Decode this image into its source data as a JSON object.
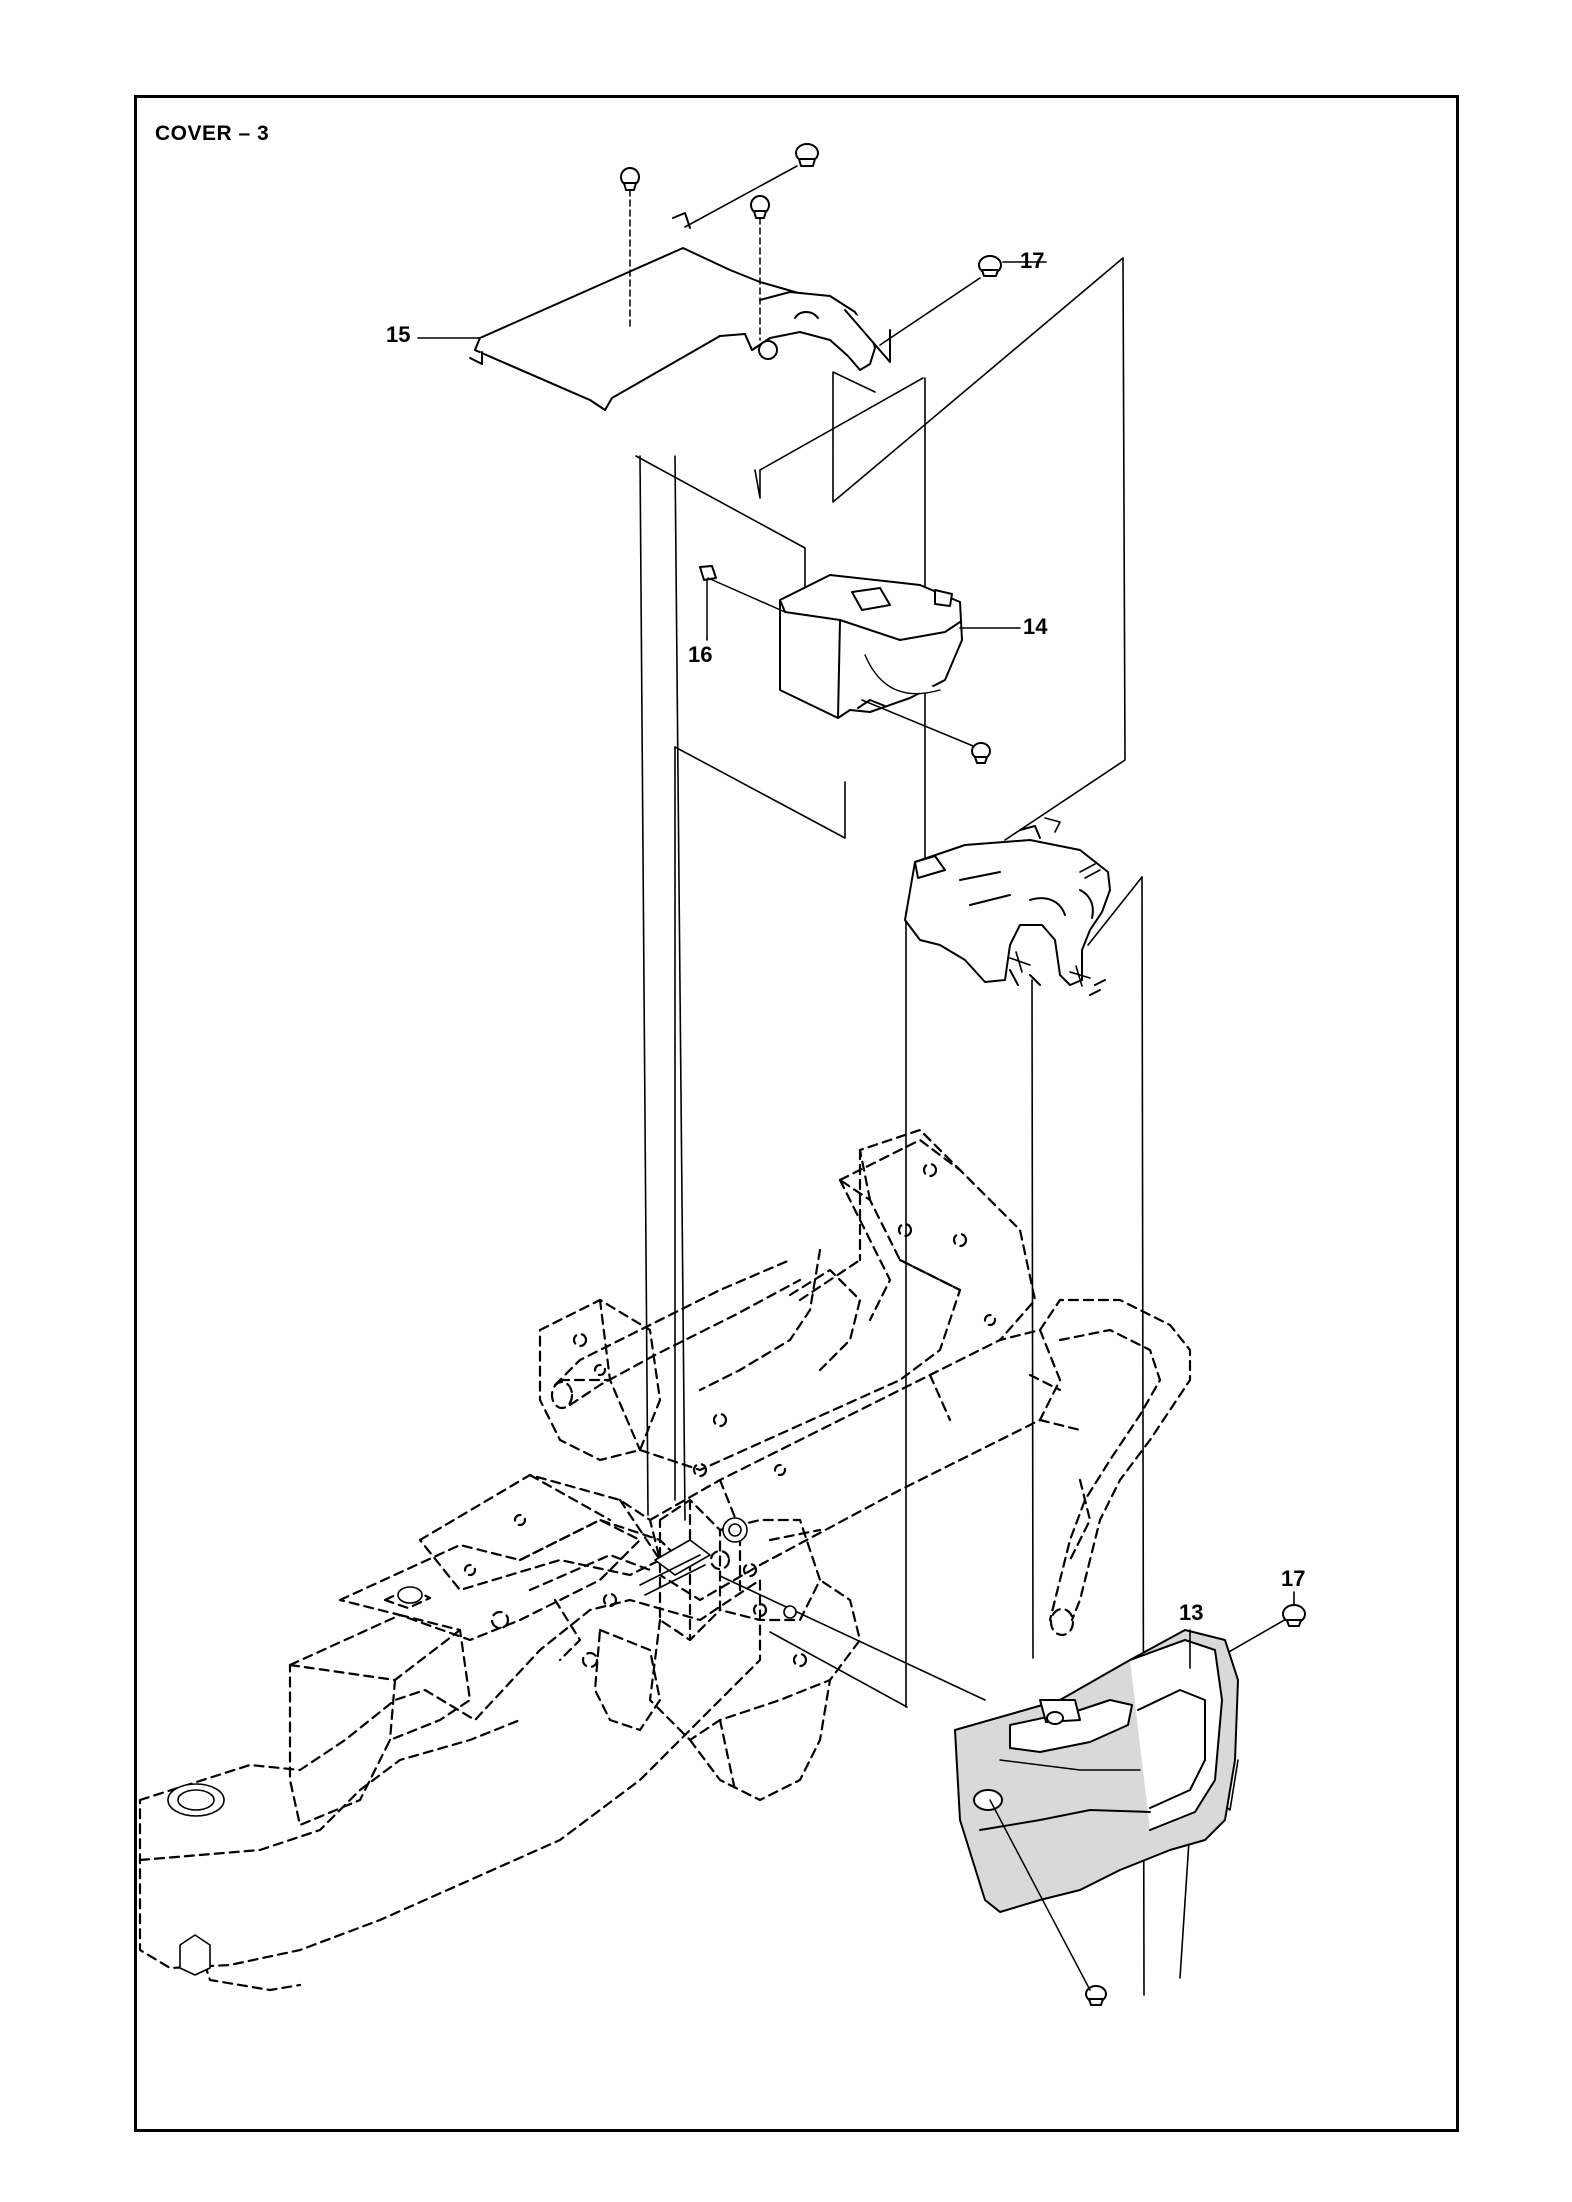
{
  "diagram": {
    "title": "COVER – 3",
    "callouts": {
      "c13": "13",
      "c14": "14",
      "c15": "15",
      "c16": "16",
      "c17a": "17",
      "c17b": "17"
    }
  },
  "colors": {
    "ink": "#000000",
    "paper": "#ffffff",
    "shade": "#d9d9d9"
  }
}
